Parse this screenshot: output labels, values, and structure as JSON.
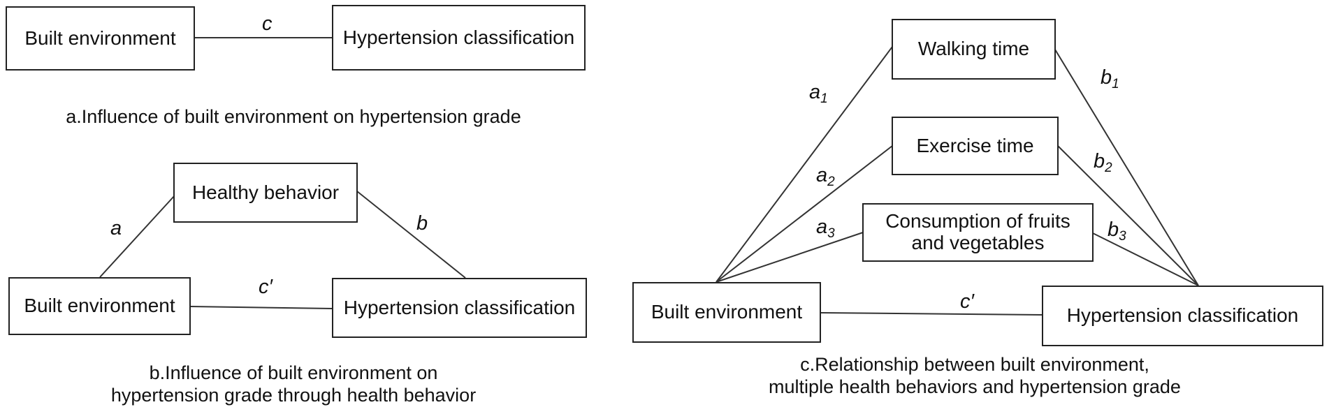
{
  "panel_a": {
    "built_environment": "Built environment",
    "hypertension": "Hypertension classification",
    "path_c": "c",
    "caption": "a.Influence of built environment on hypertension grade"
  },
  "panel_b": {
    "healthy_behavior": "Healthy behavior",
    "built_environment": "Built environment",
    "hypertension": "Hypertension classification",
    "path_a": "a",
    "path_b": "b",
    "path_c_prime": "c′",
    "caption_line1": "b.Influence of built environment on",
    "caption_line2": "hypertension grade through health behavior"
  },
  "panel_c": {
    "walking_time": "Walking time",
    "exercise_time": "Exercise time",
    "fruits_vegetables_line1": "Consumption of fruits",
    "fruits_vegetables_line2": "and vegetables",
    "built_environment": "Built environment",
    "hypertension": "Hypertension classification",
    "path_a1": "a",
    "path_a1_sub": "1",
    "path_a2": "a",
    "path_a2_sub": "2",
    "path_a3": "a",
    "path_a3_sub": "3",
    "path_b1": "b",
    "path_b1_sub": "1",
    "path_b2": "b",
    "path_b2_sub": "2",
    "path_b3": "b",
    "path_b3_sub": "3",
    "path_c_prime": "c′",
    "caption_line1": "c.Relationship between built environment,",
    "caption_line2": "multiple health behaviors and hypertension grade"
  }
}
